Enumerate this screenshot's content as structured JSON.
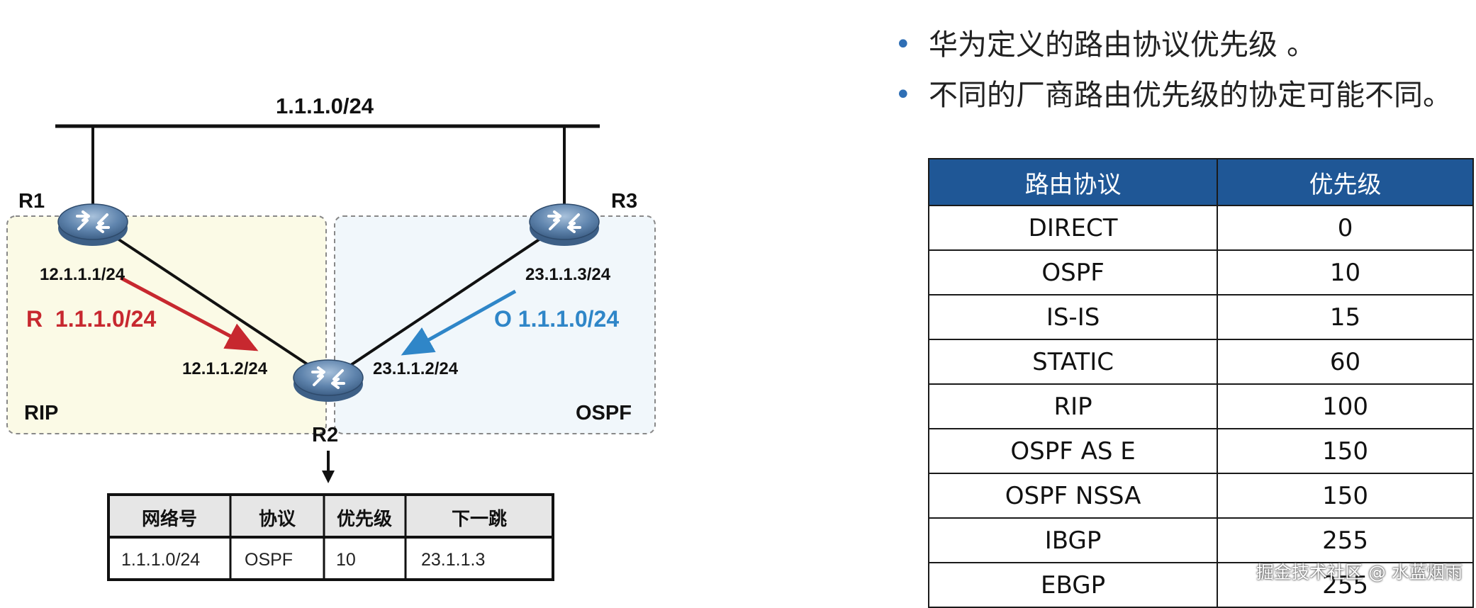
{
  "diagram": {
    "network_label": "1.1.1.0/24",
    "routers": {
      "r1": "R1",
      "r2": "R2",
      "r3": "R3"
    },
    "ifaces": {
      "r1": "12.1.1.1/24",
      "r2_left": "12.1.1.2/24",
      "r2_right": "23.1.1.2/24",
      "r3": "23.1.1.3/24"
    },
    "route_rip": "R  1.1.1.0/24",
    "route_ospf": "O 1.1.1.0/24",
    "area_rip": "RIP",
    "area_ospf": "OSPF",
    "colors": {
      "rip": "#c7282f",
      "ospf": "#2f86c8",
      "rip_area": "#fbfae6",
      "ospf_area": "#f1f7fb",
      "router": "#5b7ea6"
    },
    "route_table": {
      "headers": [
        "网络号",
        "协议",
        "优先级",
        "下一跳"
      ],
      "row": [
        "1.1.1.0/24",
        "OSPF",
        "10",
        "23.1.1.3"
      ]
    }
  },
  "bullets": [
    "华为定义的路由协议优先级 。",
    "不同的厂商路由优先级的协定可能不同。"
  ],
  "priority_table": {
    "headers": [
      "路由协议",
      "优先级"
    ],
    "rows": [
      [
        "DIRECT",
        "0"
      ],
      [
        "OSPF",
        "10"
      ],
      [
        "IS-IS",
        "15"
      ],
      [
        "STATIC",
        "60"
      ],
      [
        "RIP",
        "100"
      ],
      [
        "OSPF AS E",
        "150"
      ],
      [
        "OSPF NSSA",
        "150"
      ],
      [
        "IBGP",
        "255"
      ],
      [
        "EBGP",
        "255"
      ]
    ],
    "header_color": "#1f5796"
  },
  "watermark": "掘金技术社区 @ 水蓝烟雨"
}
